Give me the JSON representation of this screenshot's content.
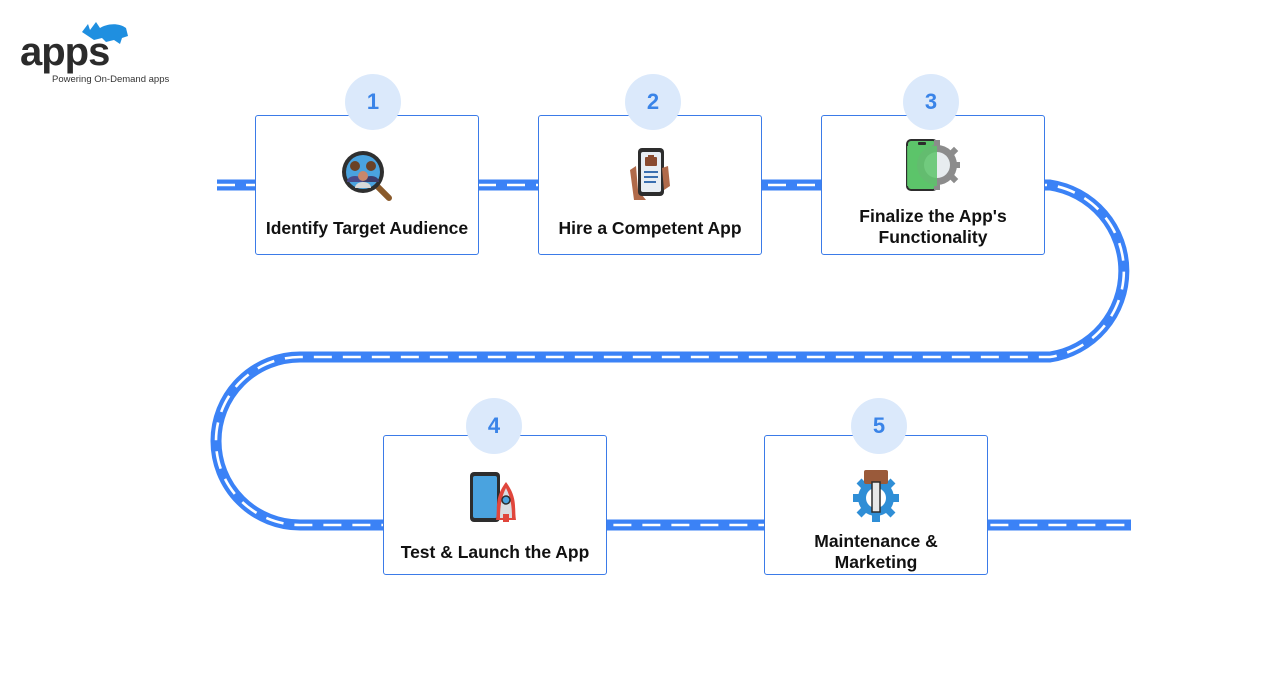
{
  "brand": {
    "name": "apps",
    "tagline": "Powering On-Demand apps",
    "color": "#1f8fe0"
  },
  "accent_color": "#3b82f6",
  "steps": [
    {
      "number": "1",
      "label": "Identify Target Audience",
      "icon": "audience-magnifier-icon"
    },
    {
      "number": "2",
      "label": "Hire a Competent App",
      "icon": "phone-briefcase-icon"
    },
    {
      "number": "3",
      "label": "Finalize the App's Functionality",
      "label_line1": "Finalize the App's",
      "label_line2": "Functionality",
      "icon": "phone-gear-icon"
    },
    {
      "number": "4",
      "label": "Test & Launch the App",
      "icon": "phone-rocket-icon"
    },
    {
      "number": "5",
      "label": "Maintenance & Marketing",
      "label_line1": "Maintenance &",
      "label_line2": "Marketing",
      "icon": "gear-hammer-icon"
    }
  ]
}
